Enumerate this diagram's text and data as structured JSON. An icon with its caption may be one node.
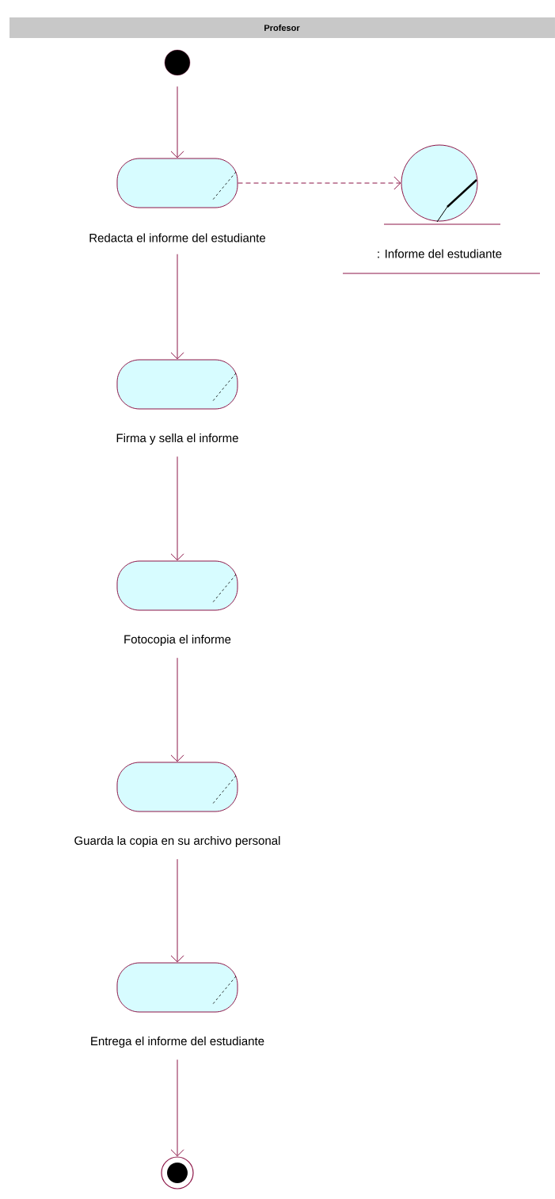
{
  "diagram": {
    "nodes": [
      {
        "text": [
          "Profesor"
        ]
      },
      {
        "text": [],
        "shape": "circle"
      },
      {
        "text": [
          "Redacta el informe del estudiante"
        ]
      },
      {
        "text": [
          "Firma y sella el informe"
        ]
      },
      {
        "text": [
          "Fotocopia el informe"
        ]
      },
      {
        "text": [
          "Guarda la copia en su archivo personal"
        ]
      },
      {
        "text": [
          "Entrega el informe del estudiante"
        ]
      },
      {
        "text": [
          ": Informe del estudiante"
        ]
      },
      {
        "text": [],
        "shape": "circle"
      }
    ],
    "edges": [
      {
        "from": 1,
        "to": 2,
        "arrow": "to"
      },
      {
        "from": 2,
        "to": 7,
        "arrow": "to",
        "style": "dashed"
      },
      {
        "from": 2,
        "to": 3,
        "arrow": "to"
      },
      {
        "from": 3,
        "to": 4,
        "arrow": "to"
      },
      {
        "from": 4,
        "to": 5,
        "arrow": "to"
      },
      {
        "from": 5,
        "to": 6,
        "arrow": "to"
      },
      {
        "from": 6,
        "to": 8,
        "arrow": "to"
      }
    ]
  }
}
